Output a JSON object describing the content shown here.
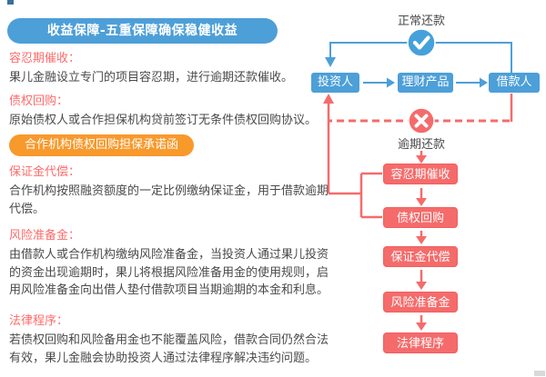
{
  "header": {
    "title": "收益保障-五重保障确保稳健收益"
  },
  "left_panel": {
    "sections": [
      {
        "heading": "容忍期催收：",
        "body": "果儿金融设立专门的项目容忍期，进行逾期还款催收。"
      },
      {
        "heading": "债权回购：",
        "body": "原始债权人或合作担保机构贷前签订无条件债权回购协议。"
      },
      {
        "heading": "保证金代偿：",
        "body": "合作机构按照融资额度的一定比例缴纳保证金，用于借款逾期代偿。"
      },
      {
        "heading": "风险准备金：",
        "body": "由借款人或合作机构缴纳风险准备金，当投资人通过果儿投资的资金出现逾期时，果儿将根据风险准备用金的使用规则，启用风险准备金向出借人垫付借款项目当期逾期的本金和利息。"
      },
      {
        "heading": "法律程序：",
        "body": "若债权回购和风险备用金也不能覆盖风险，借款合同仍然合法有效，果儿金融会协助投资人通过法律程序解决违约问题。"
      }
    ],
    "guarantee_badge": "合作机构债权回购担保承诺函"
  },
  "flowchart": {
    "normal_repayment_label": "正常还款",
    "overdue_repayment_label": "逾期还款",
    "actors": [
      {
        "label": "投资人"
      },
      {
        "label": "理财产品"
      },
      {
        "label": "借款人"
      }
    ],
    "safeguard_steps": [
      {
        "label": "容忍期催收"
      },
      {
        "label": "债权回购"
      },
      {
        "label": "保证金代偿"
      },
      {
        "label": "风险准备金"
      },
      {
        "label": "法律程序"
      }
    ]
  },
  "colors": {
    "blue": "#4D9FD8",
    "red": "#F56B6B",
    "orange": "#F8992C",
    "heading_red": "#FF6B6B",
    "body_text": "#4A4A4A"
  }
}
